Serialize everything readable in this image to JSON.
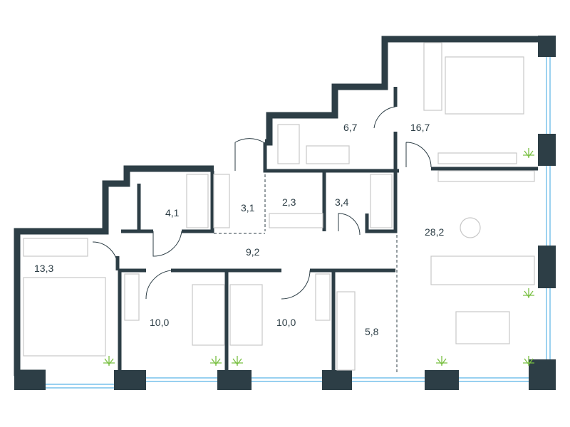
{
  "plan": {
    "colors": {
      "wall": "#2d3e46",
      "window": "#5ab4e6",
      "plant": "#7ac043",
      "furniture": "#c8c8c8"
    },
    "rooms": [
      {
        "id": "bathroom-master",
        "area": "6,7"
      },
      {
        "id": "bedroom-master",
        "area": "16,7"
      },
      {
        "id": "bathroom-1",
        "area": "4,1"
      },
      {
        "id": "hall-entry",
        "area": "3,1"
      },
      {
        "id": "wardrobe",
        "area": "2,3"
      },
      {
        "id": "bathroom-2",
        "area": "3,4"
      },
      {
        "id": "living-room",
        "area": "28,2"
      },
      {
        "id": "bedroom-left",
        "area": "13,3"
      },
      {
        "id": "corridor",
        "area": "9,2"
      },
      {
        "id": "bedroom-2",
        "area": "10,0"
      },
      {
        "id": "bedroom-3",
        "area": "10,0"
      },
      {
        "id": "kitchen",
        "area": "5,8"
      }
    ]
  }
}
